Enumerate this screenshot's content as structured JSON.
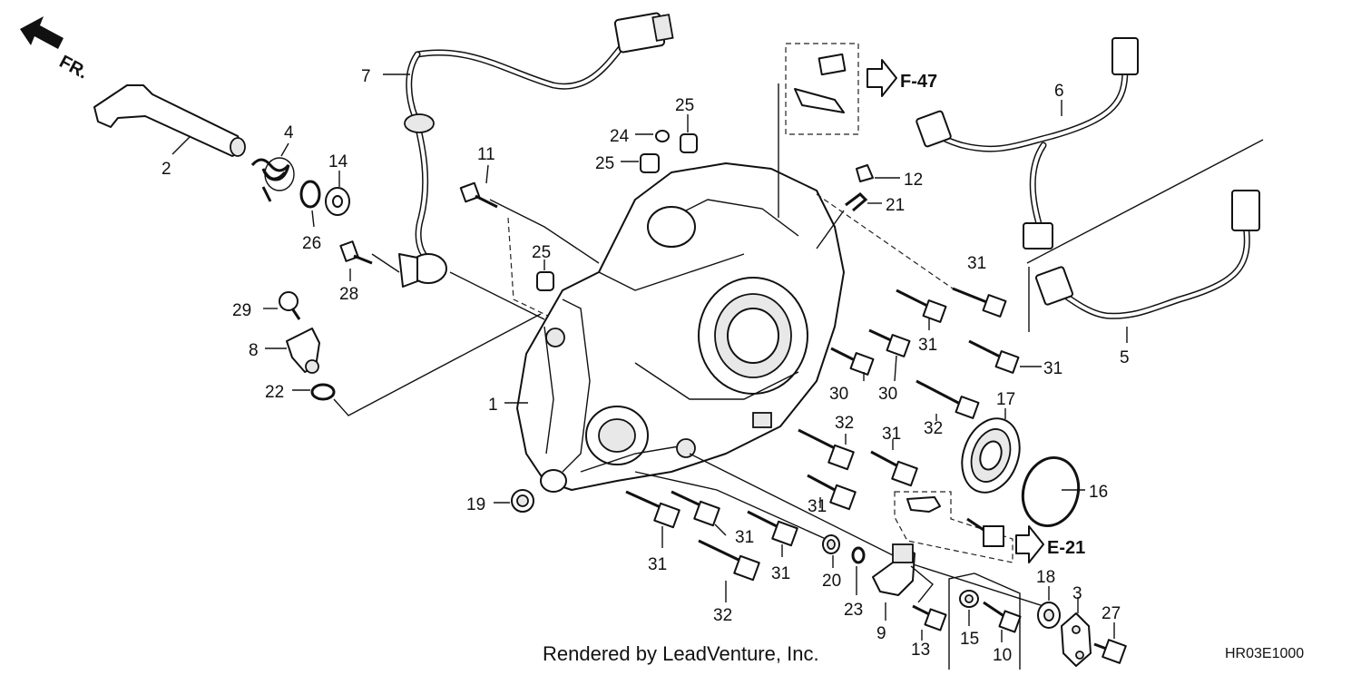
{
  "diagram": {
    "direction_label": "FR.",
    "footer_text": "Rendered by LeadVenture, Inc.",
    "diagram_code": "HR03E1000",
    "ref_labels": [
      "F-47",
      "E-21"
    ],
    "callouts": [
      {
        "id": "c2",
        "text": "2"
      },
      {
        "id": "c4",
        "text": "4"
      },
      {
        "id": "c14",
        "text": "14"
      },
      {
        "id": "c26",
        "text": "26"
      },
      {
        "id": "c28",
        "text": "28"
      },
      {
        "id": "c29",
        "text": "29"
      },
      {
        "id": "c8",
        "text": "8"
      },
      {
        "id": "c22",
        "text": "22"
      },
      {
        "id": "c7",
        "text": "7"
      },
      {
        "id": "c11",
        "text": "11"
      },
      {
        "id": "c25a",
        "text": "25"
      },
      {
        "id": "c24",
        "text": "24"
      },
      {
        "id": "c25b",
        "text": "25"
      },
      {
        "id": "c25c",
        "text": "25"
      },
      {
        "id": "c1",
        "text": "1"
      },
      {
        "id": "c19",
        "text": "19"
      },
      {
        "id": "c12",
        "text": "12"
      },
      {
        "id": "c21",
        "text": "21"
      },
      {
        "id": "c6",
        "text": "6"
      },
      {
        "id": "c5",
        "text": "5"
      },
      {
        "id": "c31a",
        "text": "31"
      },
      {
        "id": "c31b",
        "text": "31"
      },
      {
        "id": "c31c",
        "text": "31"
      },
      {
        "id": "c30a",
        "text": "30"
      },
      {
        "id": "c30b",
        "text": "30"
      },
      {
        "id": "c32a",
        "text": "32"
      },
      {
        "id": "c17",
        "text": "17"
      },
      {
        "id": "c32b",
        "text": "32"
      },
      {
        "id": "c31d",
        "text": "31"
      },
      {
        "id": "c16",
        "text": "16"
      },
      {
        "id": "c31e",
        "text": "31"
      },
      {
        "id": "c31f",
        "text": "31"
      },
      {
        "id": "c31g",
        "text": "31"
      },
      {
        "id": "c31h",
        "text": "31"
      },
      {
        "id": "c32c",
        "text": "32"
      },
      {
        "id": "c20",
        "text": "20"
      },
      {
        "id": "c23",
        "text": "23"
      },
      {
        "id": "c9",
        "text": "9"
      },
      {
        "id": "c13",
        "text": "13"
      },
      {
        "id": "c15",
        "text": "15"
      },
      {
        "id": "c10",
        "text": "10"
      },
      {
        "id": "c18",
        "text": "18"
      },
      {
        "id": "c3",
        "text": "3"
      },
      {
        "id": "c27",
        "text": "27"
      }
    ]
  }
}
